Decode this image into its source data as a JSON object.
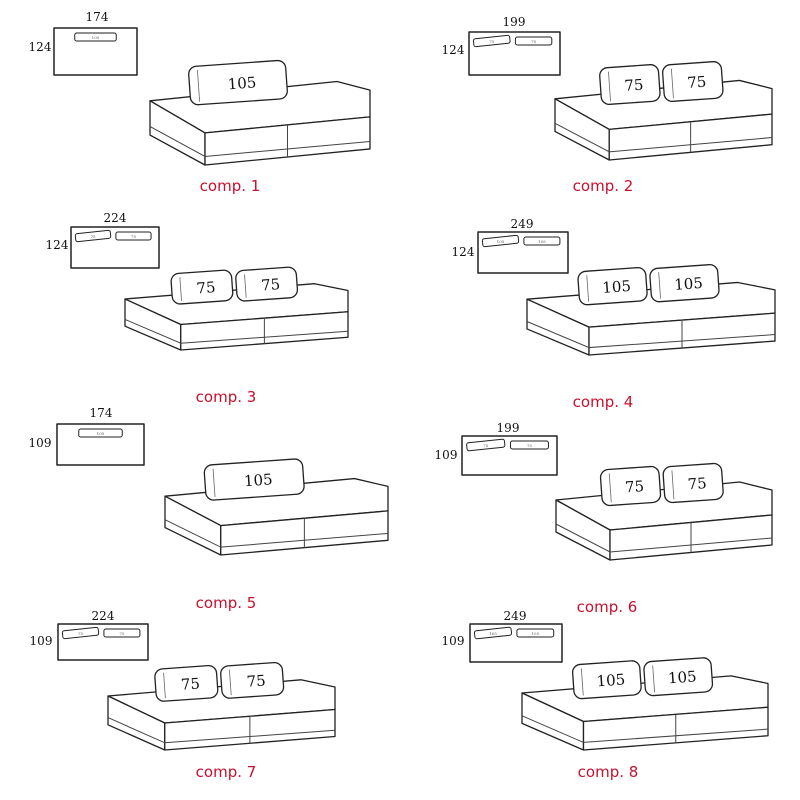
{
  "colors": {
    "label": "#c8102e",
    "line": "#222222"
  },
  "compositions": [
    {
      "label": "comp. 1",
      "width": "174",
      "depth": "124",
      "cushions": [
        "105"
      ]
    },
    {
      "label": "comp. 2",
      "width": "199",
      "depth": "124",
      "cushions": [
        "75",
        "75"
      ]
    },
    {
      "label": "comp. 3",
      "width": "224",
      "depth": "124",
      "cushions": [
        "75",
        "75"
      ]
    },
    {
      "label": "comp. 4",
      "width": "249",
      "depth": "124",
      "cushions": [
        "105",
        "105"
      ]
    },
    {
      "label": "comp. 5",
      "width": "174",
      "depth": "109",
      "cushions": [
        "105"
      ]
    },
    {
      "label": "comp. 6",
      "width": "199",
      "depth": "109",
      "cushions": [
        "75",
        "75"
      ]
    },
    {
      "label": "comp. 7",
      "width": "224",
      "depth": "109",
      "cushions": [
        "75",
        "75"
      ]
    },
    {
      "label": "comp. 8",
      "width": "249",
      "depth": "109",
      "cushions": [
        "105",
        "105"
      ]
    }
  ]
}
